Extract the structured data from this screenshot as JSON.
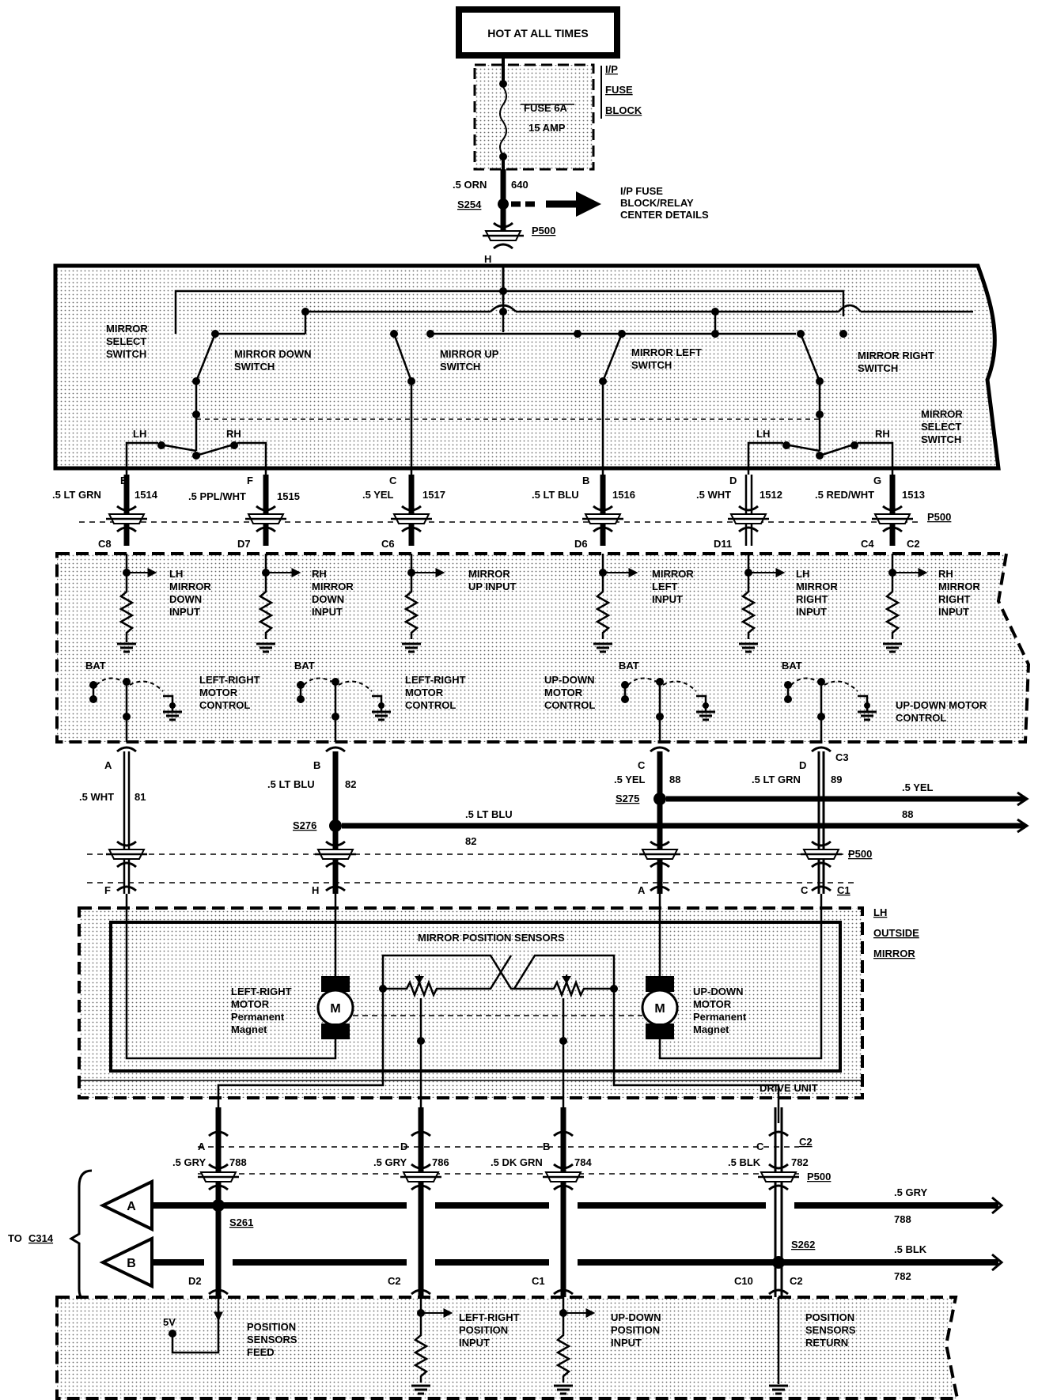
{
  "header": {
    "power": "HOT AT ALL TIMES"
  },
  "fuse_block": {
    "name": [
      "I/P",
      "FUSE",
      "BLOCK"
    ],
    "fuse": "FUSE 6A",
    "rating": "15 AMP"
  },
  "feed": {
    "wire": ".5 ORN",
    "circuit": "640",
    "splice": "S254",
    "ref": [
      "I/P FUSE",
      "BLOCK/RELAY",
      "CENTER DETAILS"
    ],
    "connector": "P500",
    "pin": "H"
  },
  "switch_assembly": {
    "select_switch": [
      "MIRROR",
      "SELECT",
      "SWITCH"
    ],
    "down_switch": [
      "MIRROR DOWN",
      "SWITCH"
    ],
    "up_switch": [
      "MIRROR UP",
      "SWITCH"
    ],
    "left_switch": [
      "MIRROR LEFT",
      "SWITCH"
    ],
    "right_switch": [
      "MIRROR RIGHT",
      "SWITCH"
    ],
    "select_switch_right": [
      "MIRROR",
      "SELECT",
      "SWITCH"
    ],
    "lh": "LH",
    "rh": "RH"
  },
  "switch_outputs": [
    {
      "pin": "E",
      "wire": ".5 LT GRN",
      "circuit": "1514",
      "pin2": "C8"
    },
    {
      "pin": "F",
      "wire": ".5 PPL/WHT",
      "circuit": "1515",
      "pin2": "D7"
    },
    {
      "pin": "C",
      "wire": ".5 YEL",
      "circuit": "1517",
      "pin2": "C6"
    },
    {
      "pin": "B",
      "wire": ".5 LT BLU",
      "circuit": "1516",
      "pin2": "D6"
    },
    {
      "pin": "D",
      "wire": ".5 WHT",
      "circuit": "1512",
      "pin2": "D11"
    },
    {
      "pin": "G",
      "wire": ".5 RED/WHT",
      "circuit": "1513",
      "pin2": "C4",
      "pin3": "C2"
    }
  ],
  "connector_p500": "P500",
  "module_inputs": [
    [
      "LH",
      "MIRROR",
      "DOWN",
      "INPUT"
    ],
    [
      "RH",
      "MIRROR",
      "DOWN",
      "INPUT"
    ],
    [
      "MIRROR",
      "UP INPUT"
    ],
    [
      "MIRROR",
      "LEFT",
      "INPUT"
    ],
    [
      "LH",
      "MIRROR",
      "RIGHT",
      "INPUT"
    ],
    [
      "RH",
      "MIRROR",
      "RIGHT",
      "INPUT"
    ]
  ],
  "motor_controls": [
    {
      "bat": "BAT",
      "label": [
        "LEFT-RIGHT",
        "MOTOR",
        "CONTROL"
      ]
    },
    {
      "bat": "BAT",
      "label": [
        "LEFT-RIGHT",
        "MOTOR",
        "CONTROL"
      ]
    },
    {
      "bat": "BAT",
      "label": [
        "UP-DOWN",
        "MOTOR",
        "CONTROL"
      ]
    },
    {
      "bat": "BAT",
      "label": [
        "UP-DOWN MOTOR",
        "CONTROL"
      ]
    }
  ],
  "motor_wires": [
    {
      "pin": "A",
      "wire": ".5 WHT",
      "circuit": "81",
      "pin2": "F"
    },
    {
      "pin": "B",
      "wire": ".5 LT BLU",
      "circuit": "82",
      "splice": "S276",
      "pin2": "H"
    },
    {
      "pin": "C",
      "wire": ".5 YEL",
      "circuit": "88",
      "splice": "S275",
      "pin2": "A"
    },
    {
      "pin": "D",
      "pin_b": "C3",
      "wire": ".5 LT GRN",
      "circuit": "89",
      "pin2": "C",
      "pin3": "C1"
    }
  ],
  "branches": {
    "blu_wire": ".5 LT BLU",
    "blu_circuit": "82",
    "yel_wire": ".5 YEL",
    "yel_circuit": "88"
  },
  "mirror": {
    "name": [
      "LH",
      "OUTSIDE",
      "MIRROR"
    ],
    "sensors": "MIRROR POSITION SENSORS",
    "lr_motor": [
      "LEFT-RIGHT",
      "MOTOR",
      "Permanent",
      "Magnet"
    ],
    "ud_motor": [
      "UP-DOWN",
      "MOTOR",
      "Permanent",
      "Magnet"
    ],
    "motor_symbol": "M",
    "drive_unit": "DRIVE UNIT"
  },
  "sensor_wires": [
    {
      "pin": "A",
      "wire": ".5 GRY",
      "circuit": "788",
      "pin2": "D2"
    },
    {
      "pin": "D",
      "wire": ".5 GRY",
      "circuit": "786",
      "pin2": "C2"
    },
    {
      "pin": "B",
      "wire": ".5 DK GRN",
      "circuit": "784",
      "pin2": "C1"
    },
    {
      "pin": "C",
      "pin_b": "C2",
      "wire": ".5 BLK",
      "circuit": "782",
      "pin2": "C10",
      "pin3": "C2"
    }
  ],
  "bus": {
    "to": "TO",
    "dest": "C314",
    "a": "A",
    "b": "B",
    "s261": "S261",
    "s262": "S262",
    "gry_wire": ".5 GRY",
    "gry_circuit": "788",
    "blk_wire": ".5 BLK",
    "blk_circuit": "782"
  },
  "bottom_module": {
    "v5": "5V",
    "feed": [
      "POSITION",
      "SENSORS",
      "FEED"
    ],
    "lr_input": [
      "LEFT-RIGHT",
      "POSITION",
      "INPUT"
    ],
    "ud_input": [
      "UP-DOWN",
      "POSITION",
      "INPUT"
    ],
    "return": [
      "POSITION",
      "SENSORS",
      "RETURN"
    ]
  }
}
